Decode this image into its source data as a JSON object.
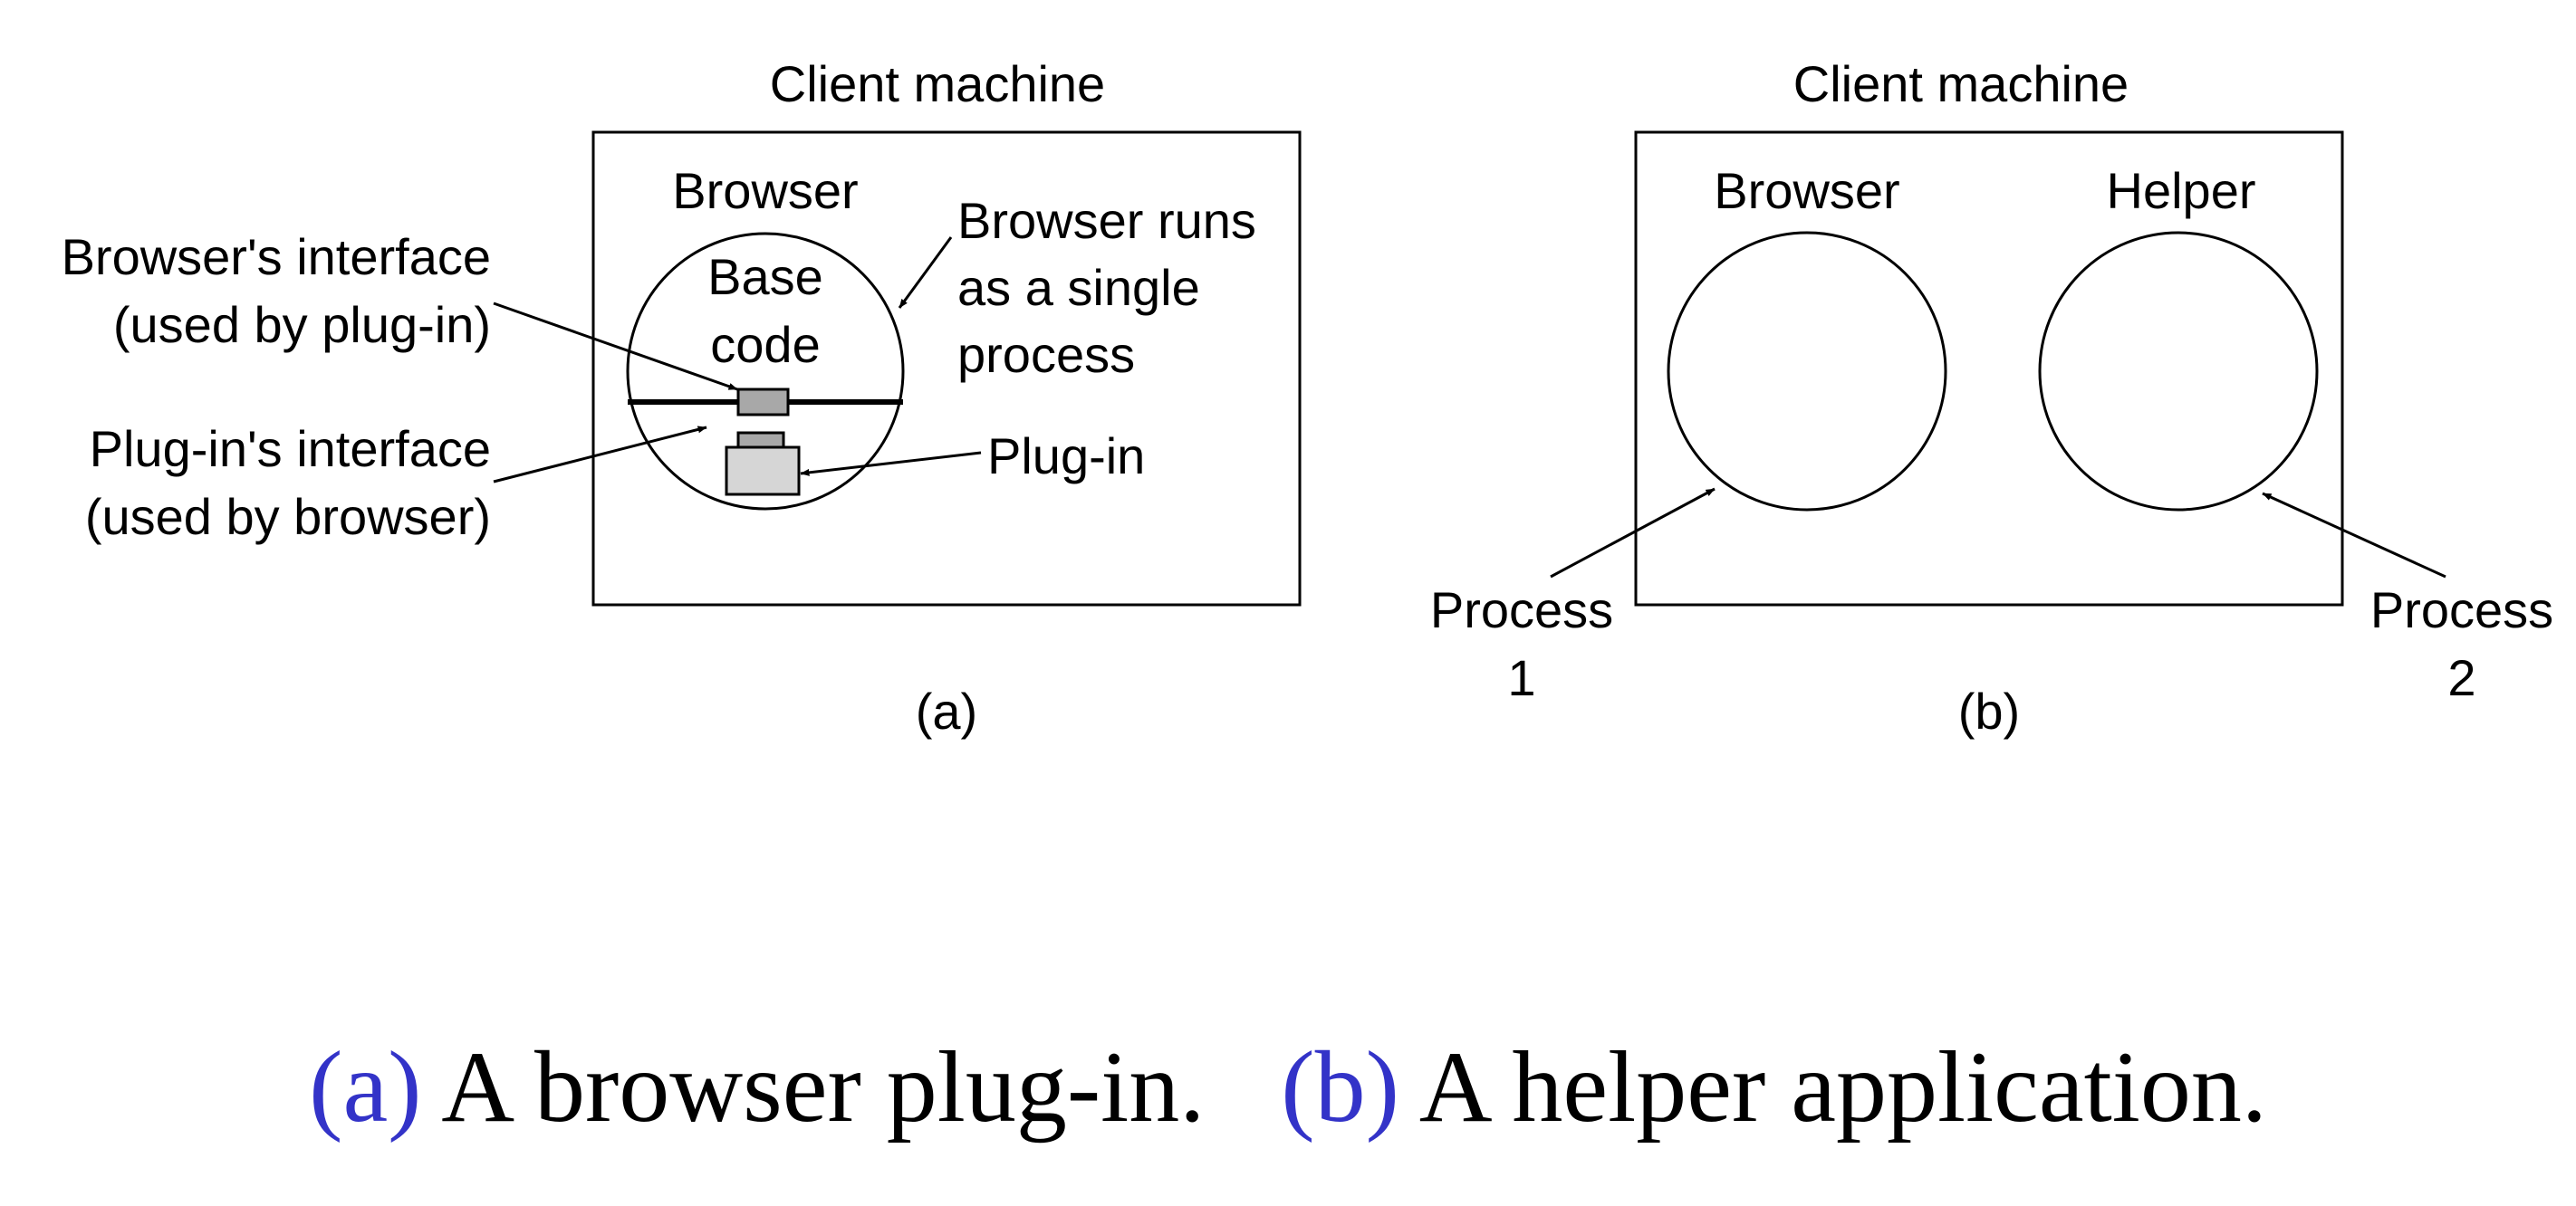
{
  "diagram_a": {
    "title": "Client machine",
    "browser_label": "Browser",
    "base_code_line1": "Base",
    "base_code_line2": "code",
    "runs_note_line1": "Browser runs",
    "runs_note_line2": "as a single",
    "runs_note_line3": "process",
    "browser_interface_line1": "Browser's interface",
    "browser_interface_line2": "(used by plug-in)",
    "plugin_interface_line1": "Plug-in's interface",
    "plugin_interface_line2": "(used by browser)",
    "plugin_label": "Plug-in",
    "sublabel": "(a)"
  },
  "diagram_b": {
    "title": "Client machine",
    "browser_label": "Browser",
    "helper_label": "Helper",
    "process1_line1": "Process",
    "process1_line2": "1",
    "process2_line1": "Process",
    "process2_line2": "2",
    "sublabel": "(b)"
  },
  "caption": {
    "a_tag": "(a)",
    "a_text": " A browser plug-in.",
    "gap": "   ",
    "b_tag": "(b)",
    "b_text": " A helper application."
  },
  "colors": {
    "caption_tag": "#3333c8",
    "component_fill": "#a8a8a8",
    "plugin_fill": "#d6d6d6",
    "stroke": "#000000"
  }
}
